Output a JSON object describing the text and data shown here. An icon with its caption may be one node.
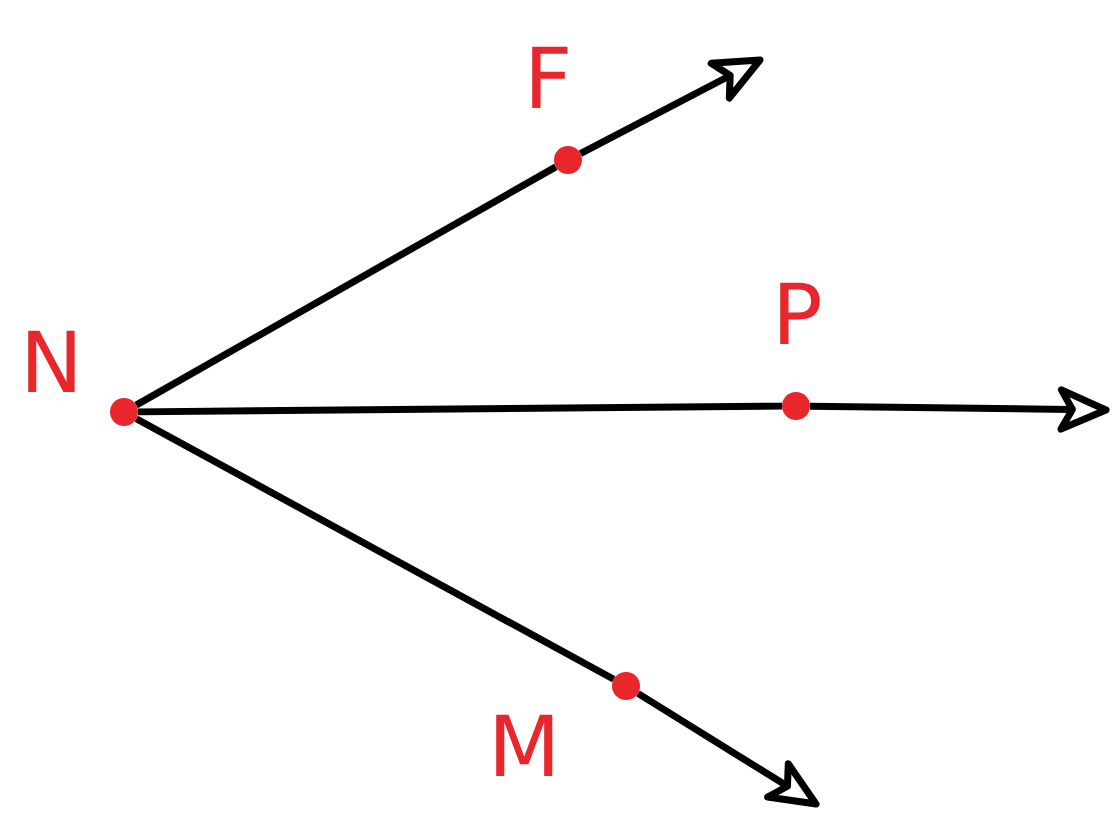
{
  "diagram": {
    "nodes": [
      {
        "text": [
          "N"
        ]
      },
      {
        "text": [
          "F"
        ]
      },
      {
        "text": [
          "P"
        ]
      },
      {
        "text": [
          "M"
        ]
      }
    ],
    "edges": [
      {
        "from": 0,
        "to": 1,
        "arrow": "none"
      },
      {
        "from": 1,
        "to": null,
        "arrow": "to"
      },
      {
        "from": 0,
        "to": 2,
        "arrow": "none"
      },
      {
        "from": 2,
        "to": null,
        "arrow": "to"
      },
      {
        "from": 0,
        "to": 3,
        "arrow": "none"
      },
      {
        "from": 3,
        "to": null,
        "arrow": "to"
      }
    ]
  }
}
